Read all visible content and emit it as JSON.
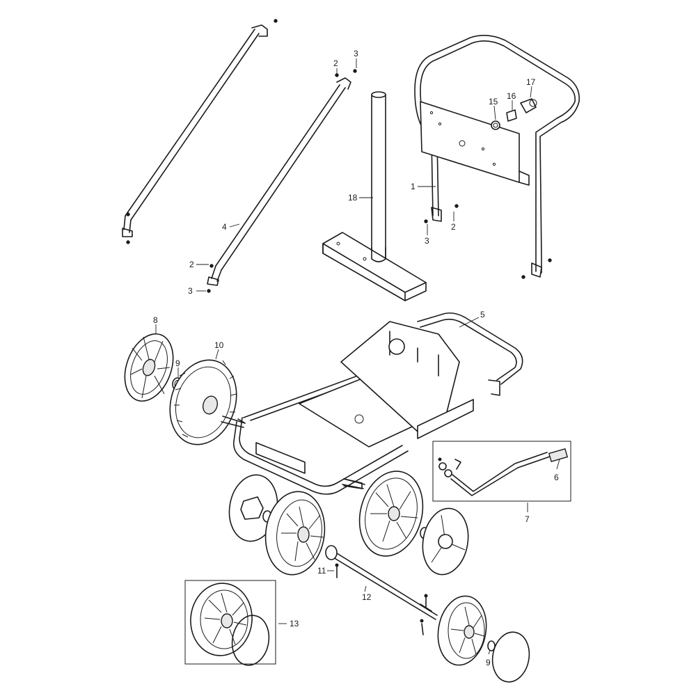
{
  "callouts": {
    "frame_handle": "1",
    "bolt": "2",
    "nut": "3",
    "brace": "4",
    "base_frame": "5",
    "hose_clip": "6",
    "kit_7": "7",
    "hub_cap": "8",
    "retainer_ring": "9",
    "wheel": "10",
    "screw": "11",
    "axle": "12",
    "wheel_kit": "13",
    "washer": "15",
    "fitting": "16",
    "coupler": "17",
    "post": "18"
  }
}
